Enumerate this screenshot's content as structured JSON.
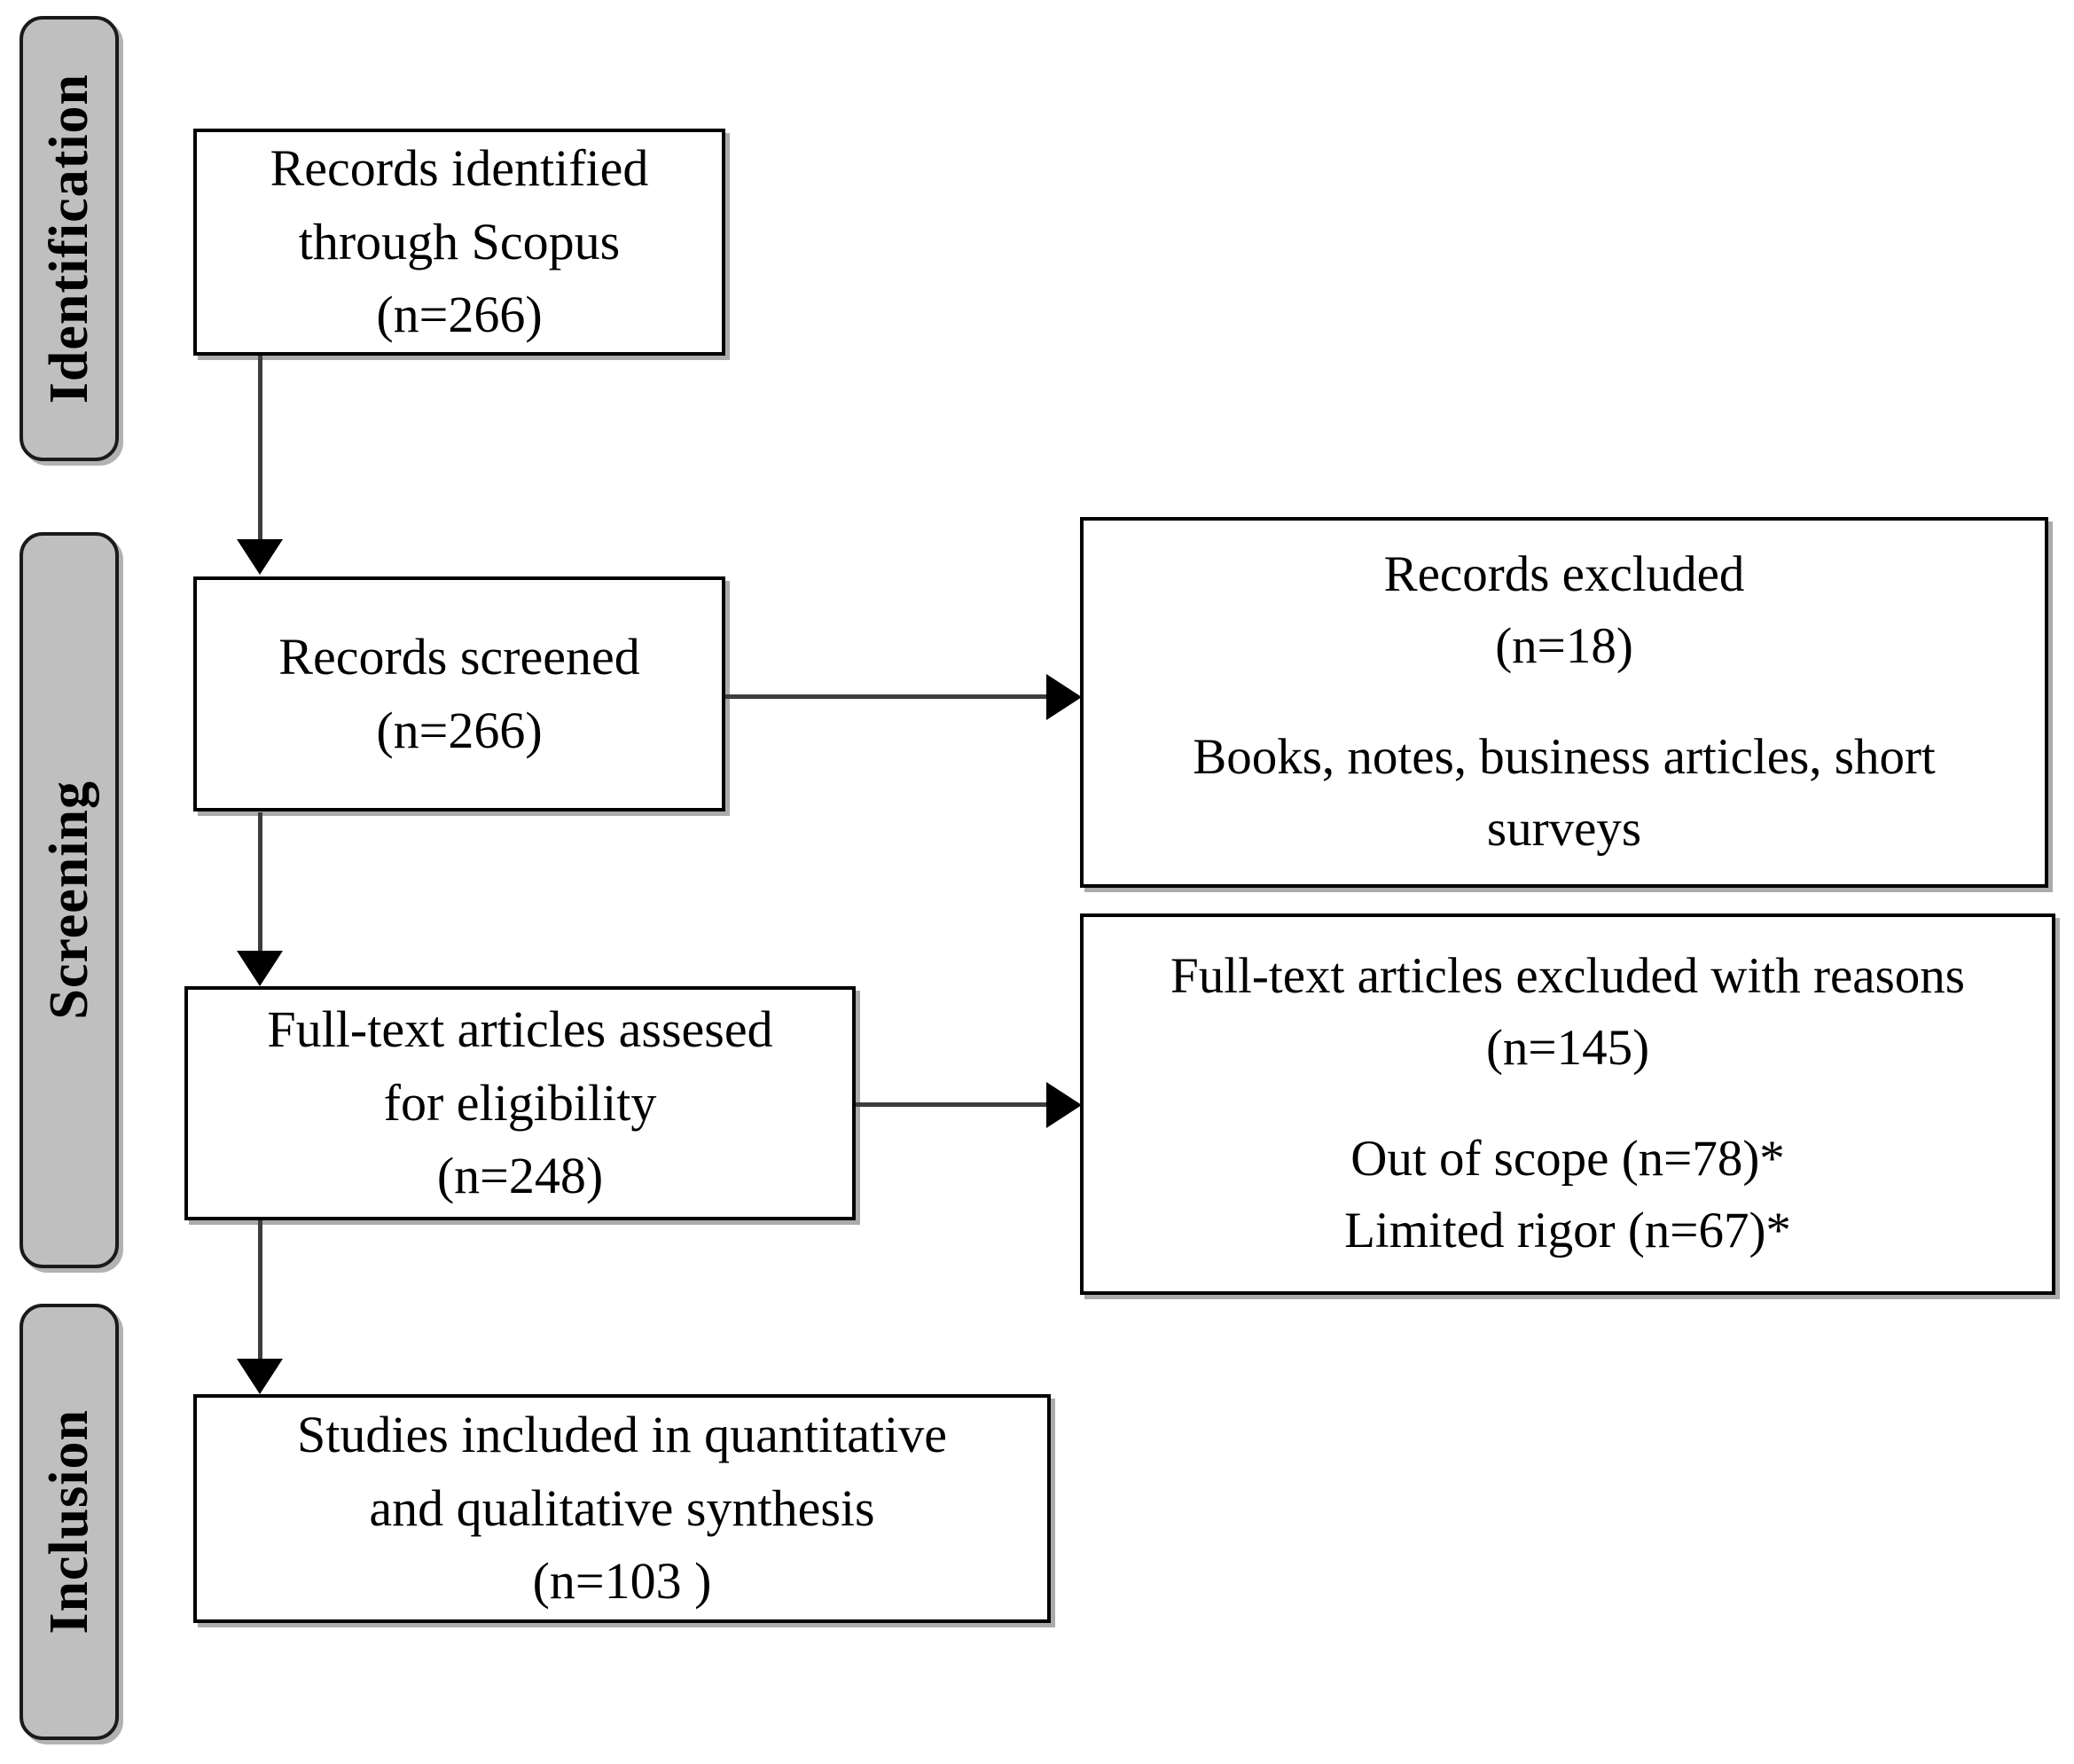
{
  "diagram": {
    "type": "prisma-flow-diagram",
    "stages": [
      {
        "id": "identification",
        "label": "Identification"
      },
      {
        "id": "screening",
        "label": "Screening"
      },
      {
        "id": "inclusion",
        "label": "Inclusion"
      }
    ],
    "boxes": {
      "records_identified": {
        "lines": [
          "Records identified",
          "through Scopus",
          "(n=266)"
        ]
      },
      "records_screened": {
        "lines": [
          "Records screened",
          "(n=266)"
        ]
      },
      "records_excluded": {
        "lines": [
          "Records excluded",
          "(n=18)",
          "",
          "Books, notes, business articles, short",
          "surveys"
        ]
      },
      "fulltext_assessed": {
        "lines": [
          "Full-text articles assesed",
          "for eligibility",
          "(n=248)"
        ]
      },
      "fulltext_excluded": {
        "lines": [
          "Full-text articles excluded with reasons",
          "(n=145)",
          "",
          "Out of scope (n=78)*",
          "Limited rigor (n=67)*"
        ]
      },
      "studies_included": {
        "lines": [
          "Studies included in quantitative",
          "and qualitative synthesis",
          "(n=103 )"
        ]
      }
    },
    "colors": {
      "stage_fill": "#BFBFBF",
      "box_fill": "#FFFFFF",
      "border": "#000000",
      "connector": "#3D3D3D"
    }
  }
}
